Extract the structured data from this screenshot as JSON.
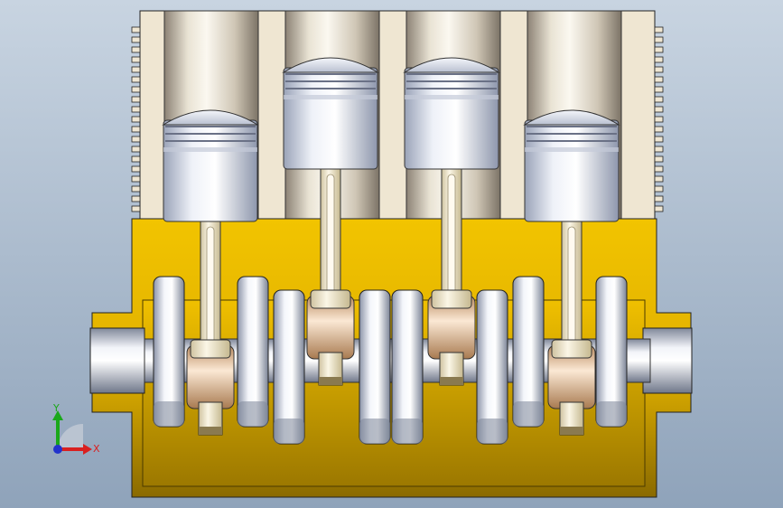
{
  "viewport": {
    "background_top": "#c8d4e1",
    "background_bottom": "#8fa3ba"
  },
  "model": {
    "crankcase_color": "#e6b800",
    "cylinder_block_color": "#efe6d2",
    "piston_color": "#dde2ee",
    "rod_color": "#f3ead2",
    "crankshaft_color": "#d7dbe6",
    "cylinder_count": 4
  },
  "triad": {
    "x_label": "X",
    "y_label": "Y",
    "x_color": "#d92020",
    "y_color": "#1aa81a",
    "z_color": "#2233cc"
  }
}
